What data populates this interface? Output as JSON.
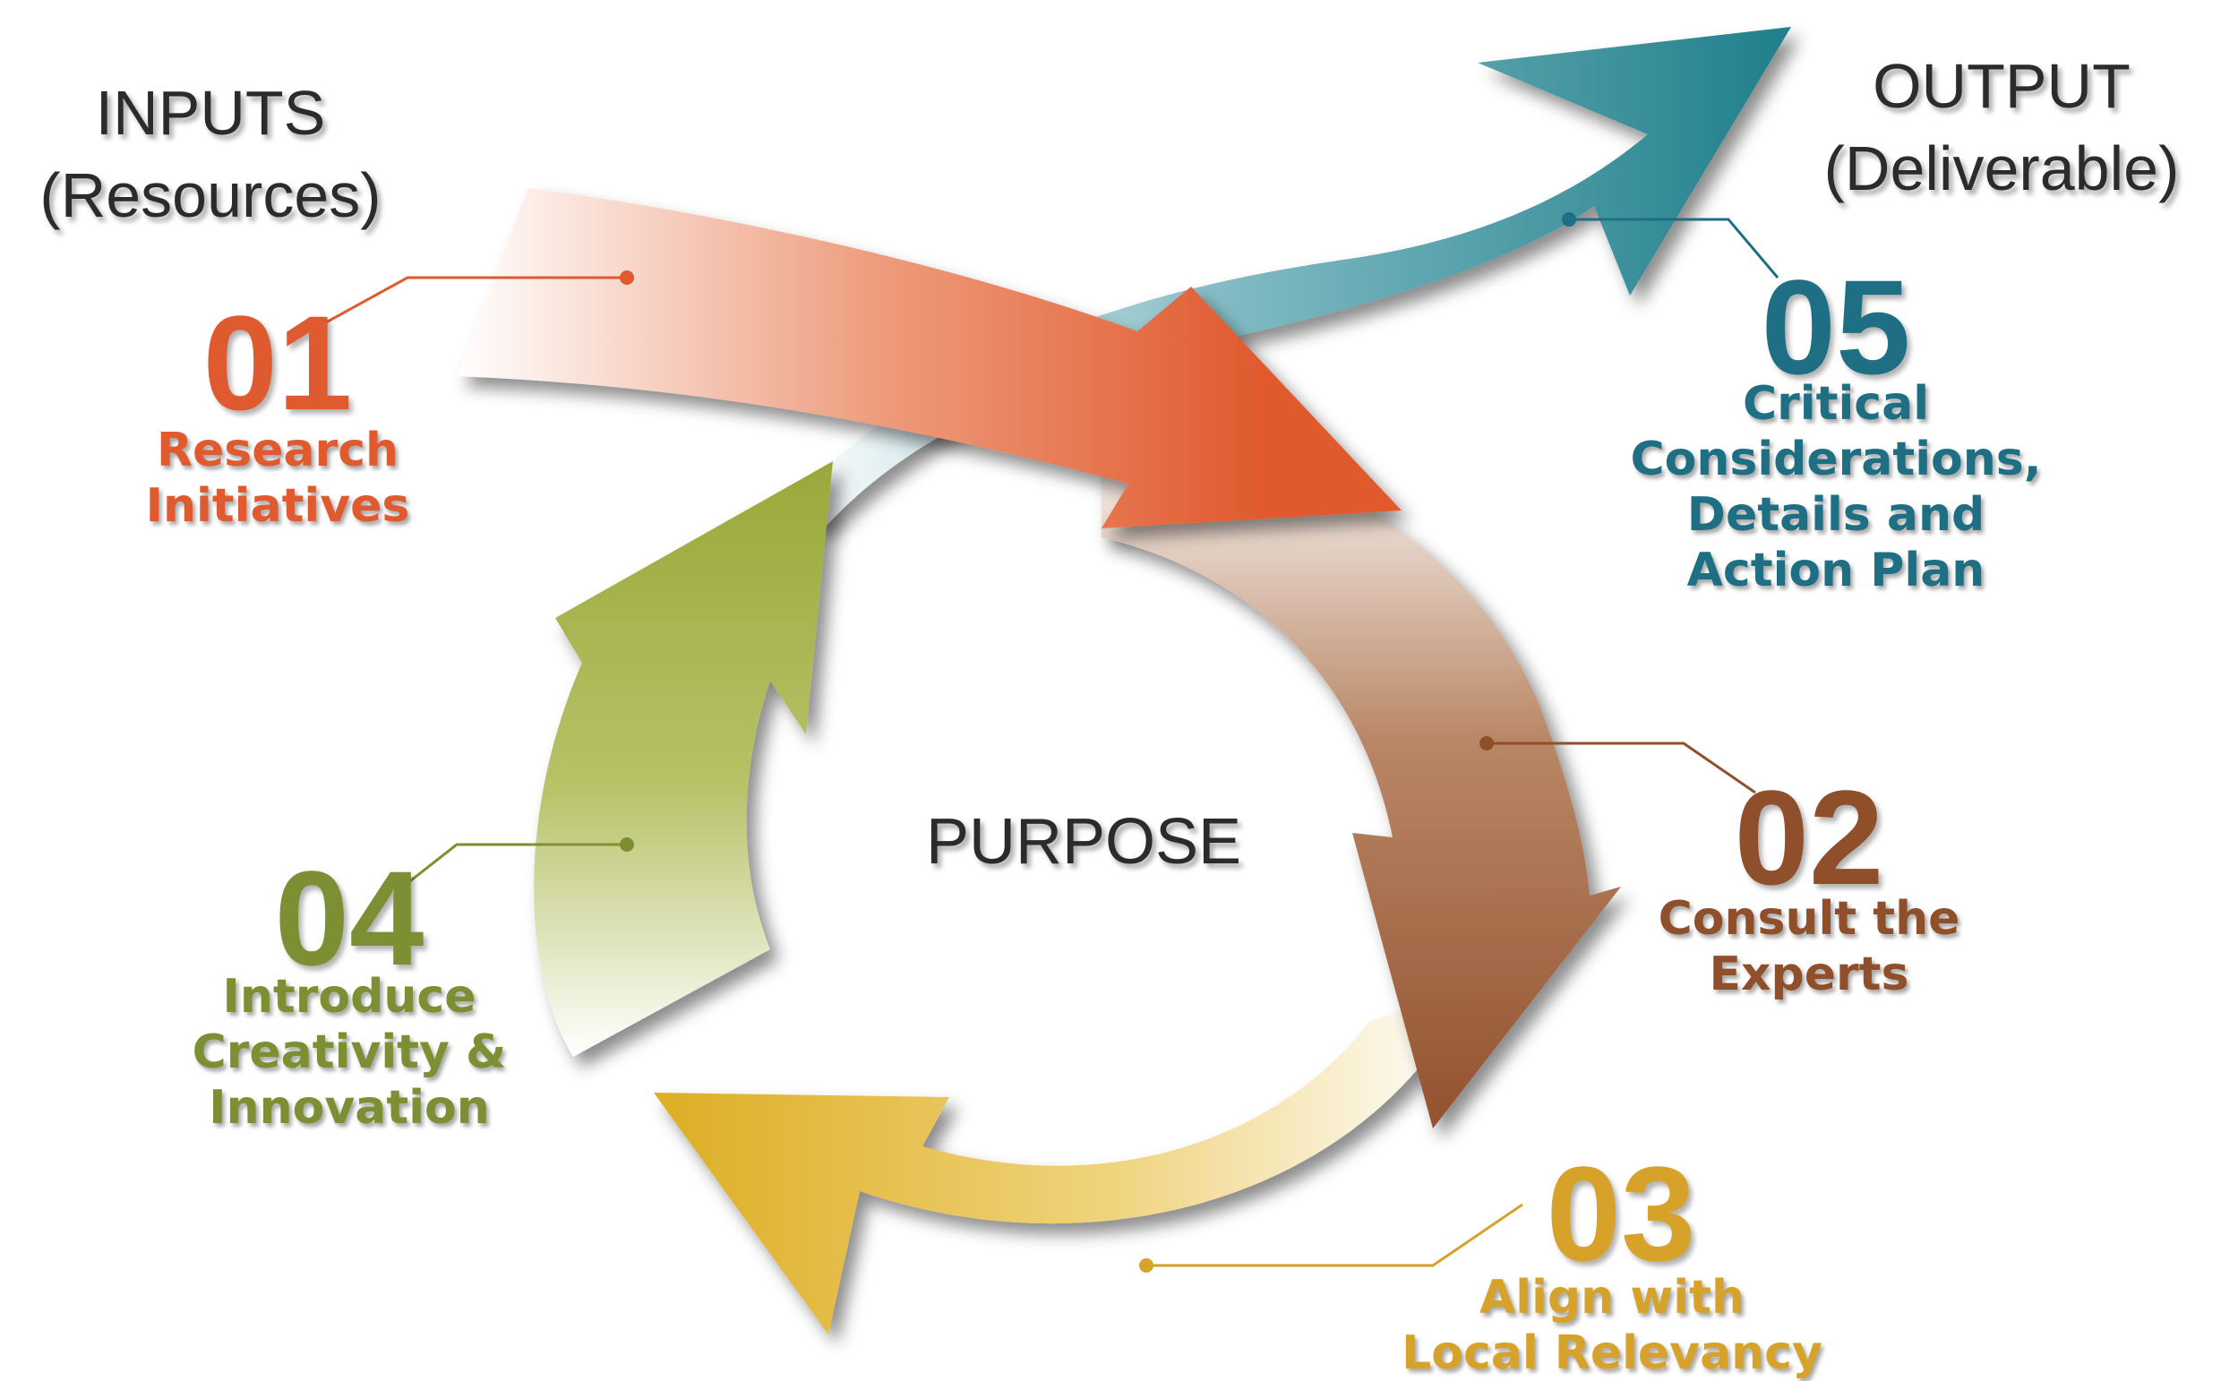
{
  "inputs": {
    "line1": "INPUTS",
    "line2": "(Resources)"
  },
  "output": {
    "line1": "OUTPUT",
    "line2": "(Deliverable)"
  },
  "center_label": "PURPOSE",
  "steps": [
    {
      "number": "01",
      "line1": "Research",
      "line2": "Initiatives",
      "color": "#e05a2f"
    },
    {
      "number": "02",
      "line1": "Consult the",
      "line2": "Experts",
      "color": "#8f4f2a"
    },
    {
      "number": "03",
      "line1": "Align with",
      "line2": "Local Relevancy",
      "color": "#d6a22a"
    },
    {
      "number": "04",
      "line1": "Introduce",
      "line2": "Creativity &",
      "line3": "Innovation",
      "color": "#7c8f33"
    },
    {
      "number": "05",
      "line1": "Critical",
      "line2": "Considerations,",
      "line3": "Details and",
      "line4": "Action Plan",
      "color": "#1f6f84"
    }
  ],
  "arrow_colors": {
    "orange": "#e05a2f",
    "brown": "#995b36",
    "yellow": "#e2b52f",
    "olive": "#9fae3b",
    "teal": "#2a8a96"
  }
}
